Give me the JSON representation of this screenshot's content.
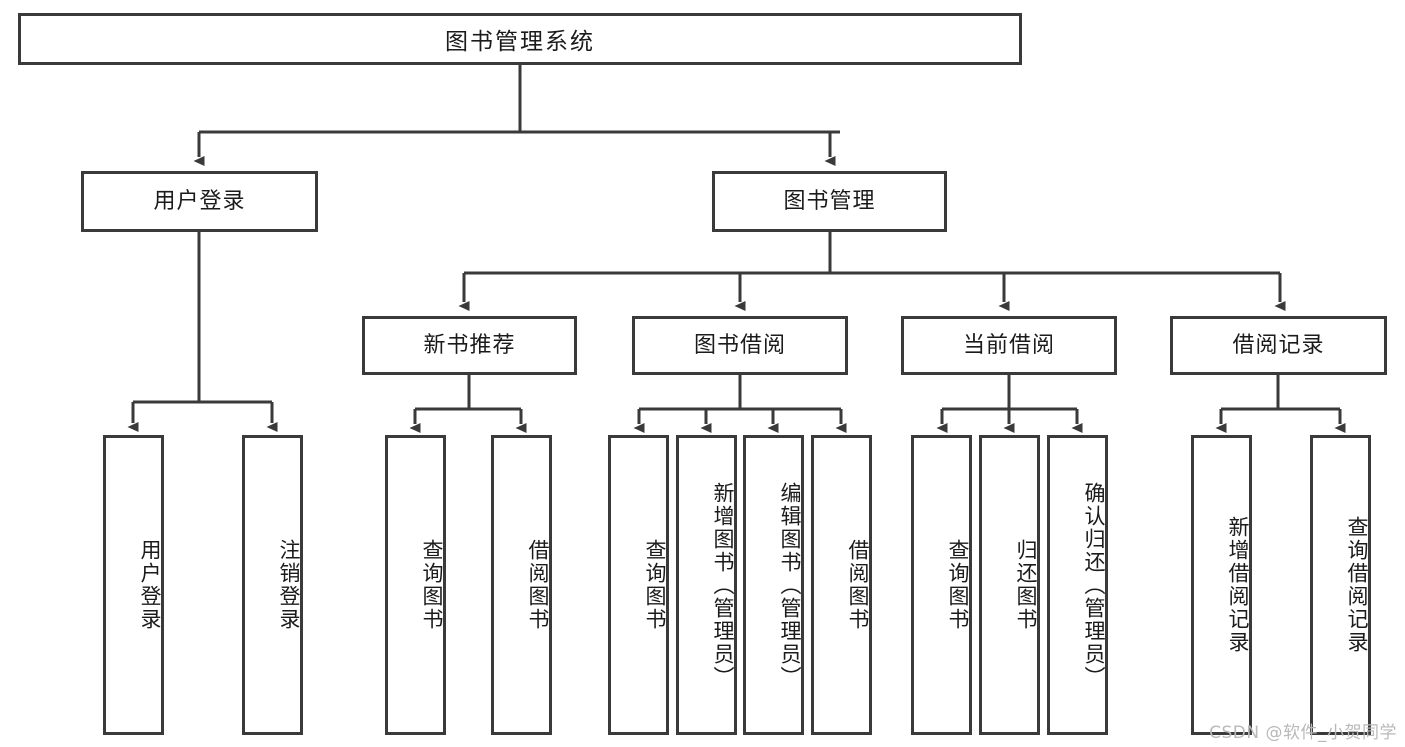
{
  "diagram": {
    "title": "图书管理系统",
    "type": "tree-hierarchy-chart",
    "root": {
      "label": "图书管理系统"
    },
    "level2": [
      {
        "id": "user-login",
        "label": "用户登录"
      },
      {
        "id": "book-manage",
        "label": "图书管理"
      }
    ],
    "level3": [
      {
        "id": "new-book-rec",
        "label": "新书推荐"
      },
      {
        "id": "book-borrow",
        "label": "图书借阅"
      },
      {
        "id": "current-borrow",
        "label": "当前借阅"
      },
      {
        "id": "borrow-record",
        "label": "借阅记录"
      }
    ],
    "leaves": {
      "user_login": [
        {
          "id": "leaf-user-login",
          "label": "用户登录"
        },
        {
          "id": "leaf-logout",
          "label": "注销登录"
        }
      ],
      "new_book_rec": [
        {
          "id": "leaf-query-book-1",
          "label": "查询图书"
        },
        {
          "id": "leaf-borrow-book-1",
          "label": "借阅图书"
        }
      ],
      "book_borrow": [
        {
          "id": "leaf-query-book-2",
          "label": "查询图书"
        },
        {
          "id": "leaf-add-book",
          "label": "新增图书（管理员）"
        },
        {
          "id": "leaf-edit-book",
          "label": "编辑图书（管理员）"
        },
        {
          "id": "leaf-borrow-book-2",
          "label": "借阅图书"
        }
      ],
      "current_borrow": [
        {
          "id": "leaf-query-book-3",
          "label": "查询图书"
        },
        {
          "id": "leaf-return-book",
          "label": "归还图书"
        },
        {
          "id": "leaf-confirm-return",
          "label": "确认归还（管理员）"
        }
      ],
      "borrow_record": [
        {
          "id": "leaf-add-record",
          "label": "新增借阅记录"
        },
        {
          "id": "leaf-query-record",
          "label": "查询借阅记录"
        }
      ]
    },
    "watermark": "CSDN @软件_小贺同学",
    "colors": {
      "border": "#3a3a3a",
      "background": "#ffffff",
      "text": "#1b1b1b",
      "watermark": "#b9b9b9"
    }
  }
}
